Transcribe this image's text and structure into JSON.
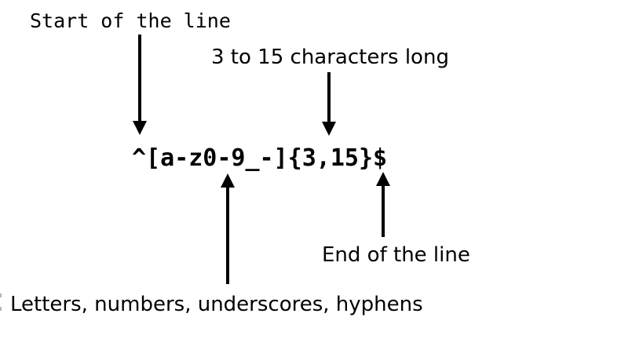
{
  "diagram": {
    "regex_pattern": "^[a-z0-9_-]{3,15}$",
    "labels": {
      "start_of_line": "Start of the line",
      "length": "3 to 15 characters long",
      "end_of_line": "End of the line",
      "character_class": "Letters, numbers, underscores, hyphens"
    },
    "colors": {
      "background": "#ffffff",
      "ink": "#000000",
      "edge_artifact": "#b4b4b4"
    }
  }
}
